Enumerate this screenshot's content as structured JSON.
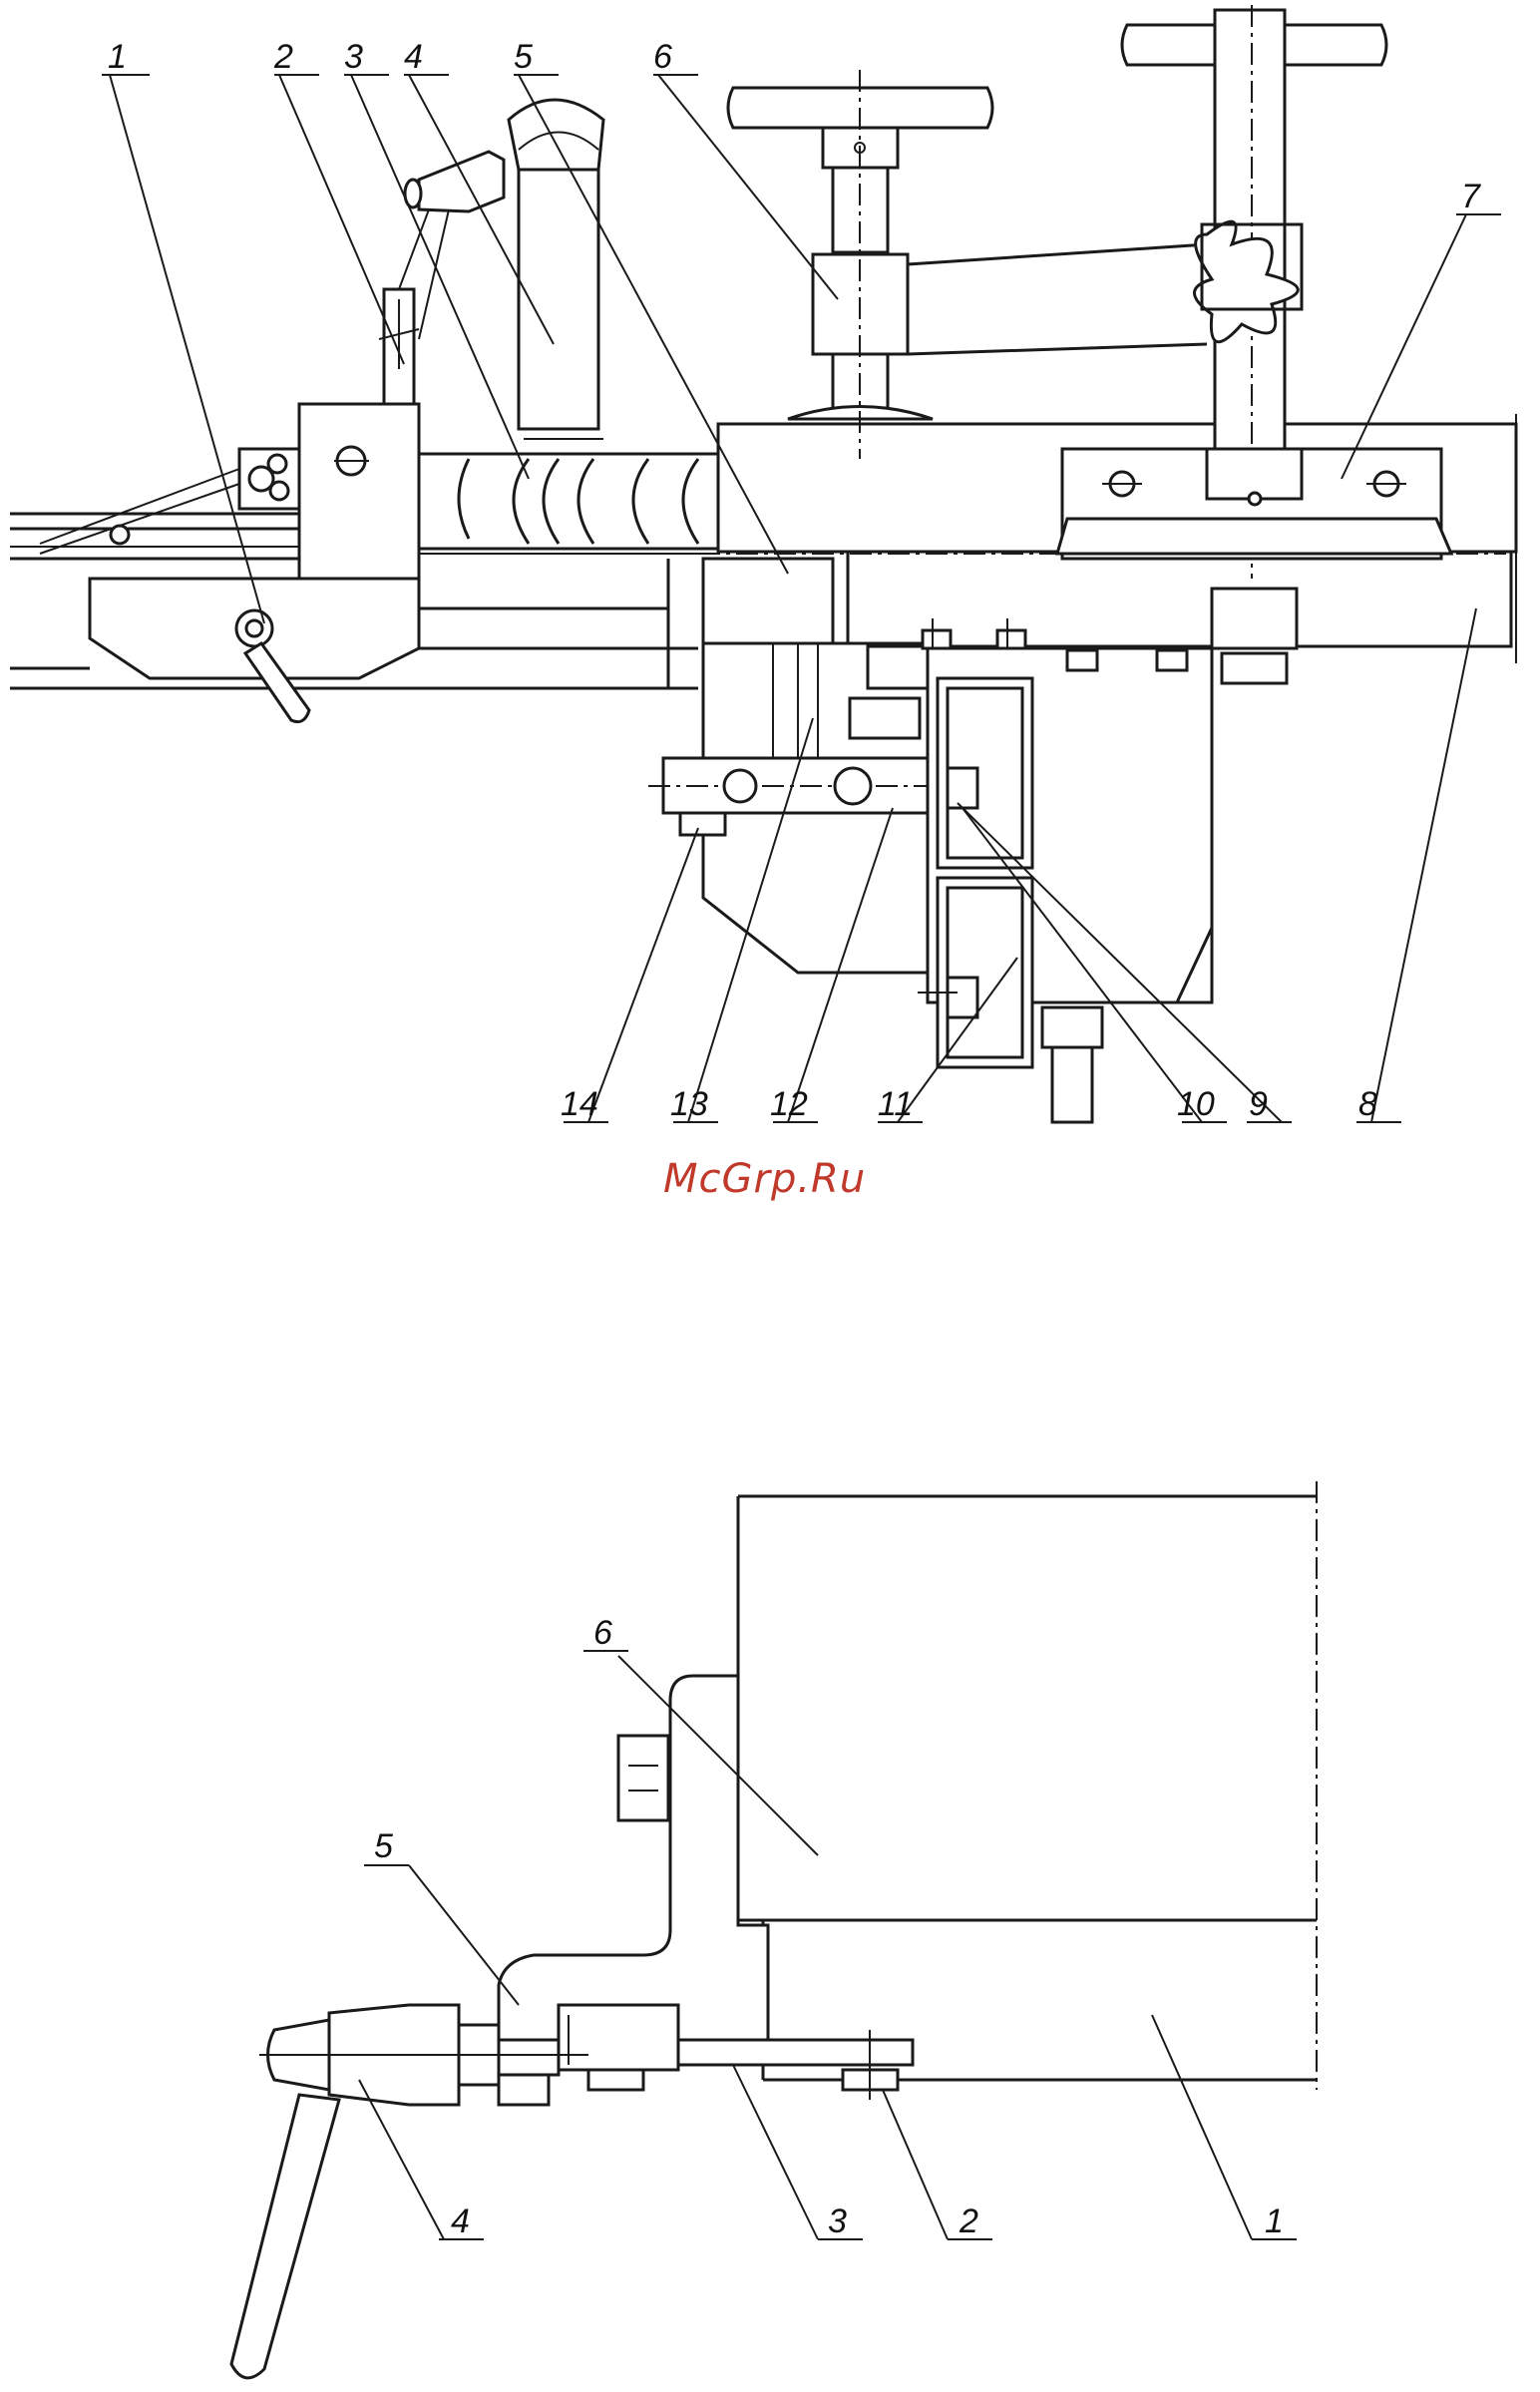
{
  "watermark": "McGrp.Ru",
  "upper_figure": {
    "callouts": [
      "1",
      "2",
      "3",
      "4",
      "5",
      "6",
      "7",
      "8",
      "9",
      "10",
      "11",
      "12",
      "13",
      "14"
    ]
  },
  "lower_figure": {
    "callouts": [
      "1",
      "2",
      "3",
      "4",
      "5",
      "6"
    ]
  }
}
